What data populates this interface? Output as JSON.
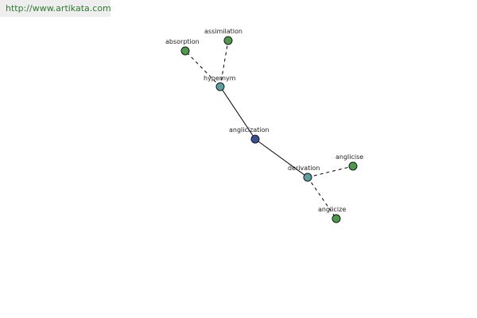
{
  "watermark": {
    "text": "http://www.artikata.com"
  },
  "colors": {
    "center_node": "#3a4f9a",
    "relation_node": "#5aa0a0",
    "leaf_node": "#4a9a4a",
    "watermark_text": "#2f7a2f"
  },
  "graph": {
    "nodes": [
      {
        "id": "anglicization",
        "label": "anglicization",
        "kind": "center"
      },
      {
        "id": "hypernym",
        "label": "hypernym",
        "kind": "relation"
      },
      {
        "id": "derivation",
        "label": "derivation",
        "kind": "relation"
      },
      {
        "id": "absorption",
        "label": "absorption",
        "kind": "leaf"
      },
      {
        "id": "assimilation",
        "label": "assimilation",
        "kind": "leaf"
      },
      {
        "id": "anglicise",
        "label": "anglicise",
        "kind": "leaf"
      },
      {
        "id": "anglicize",
        "label": "anglicize",
        "kind": "leaf"
      }
    ],
    "edges": [
      {
        "from": "anglicization",
        "to": "hypernym",
        "style": "solid"
      },
      {
        "from": "anglicization",
        "to": "derivation",
        "style": "solid"
      },
      {
        "from": "hypernym",
        "to": "absorption",
        "style": "dashed"
      },
      {
        "from": "hypernym",
        "to": "assimilation",
        "style": "dashed"
      },
      {
        "from": "derivation",
        "to": "anglicise",
        "style": "dashed"
      },
      {
        "from": "derivation",
        "to": "anglicize",
        "style": "dashed"
      }
    ]
  }
}
